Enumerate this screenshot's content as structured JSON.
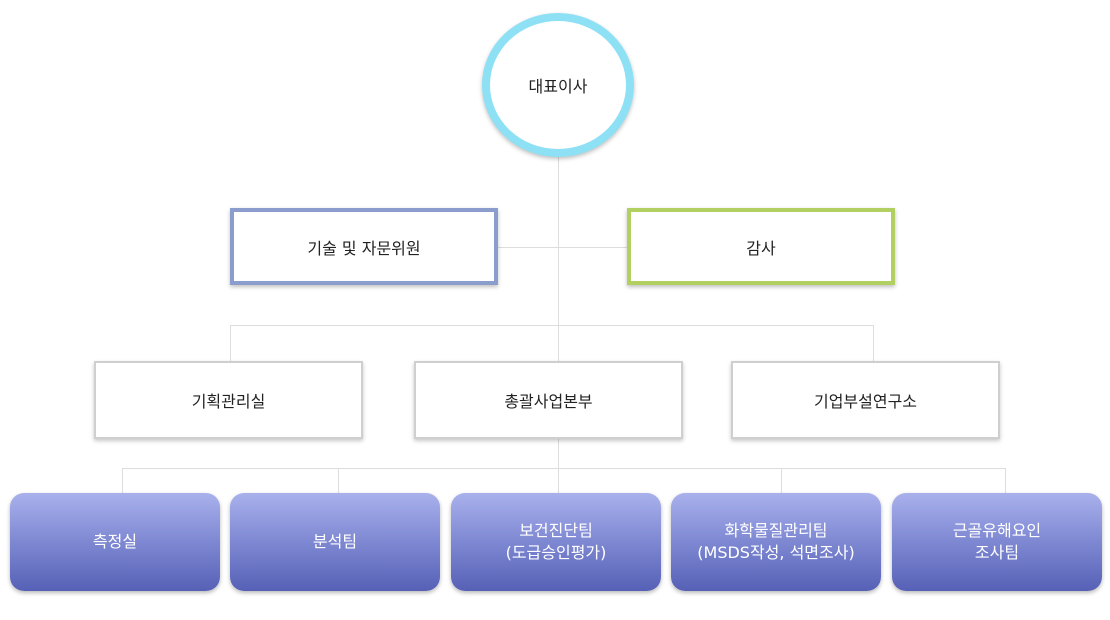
{
  "ceo": {
    "label": "대표이사"
  },
  "advisory": {
    "label": "기술 및 자문위원"
  },
  "audit": {
    "label": "감사"
  },
  "departments": [
    {
      "label": "기획관리실"
    },
    {
      "label": "총괄사업본부"
    },
    {
      "label": "기업부설연구소"
    }
  ],
  "teams": [
    {
      "line1": "측정실",
      "line2": ""
    },
    {
      "line1": "분석팀",
      "line2": ""
    },
    {
      "line1": "보건진단팀",
      "line2": "(도급승인평가)"
    },
    {
      "line1": "화학물질관리팀",
      "line2": "(MSDS작성, 석면조사)"
    },
    {
      "line1": "근골유해요인",
      "line2": "조사팀"
    }
  ],
  "colors": {
    "ceo_border": "#8ee0f4",
    "advisory_border": "#8b9dcd",
    "audit_border": "#b2cf62",
    "team_gradient_top": "#a9b1ec",
    "team_gradient_bottom": "#5661b6",
    "connector": "#dddddd"
  }
}
